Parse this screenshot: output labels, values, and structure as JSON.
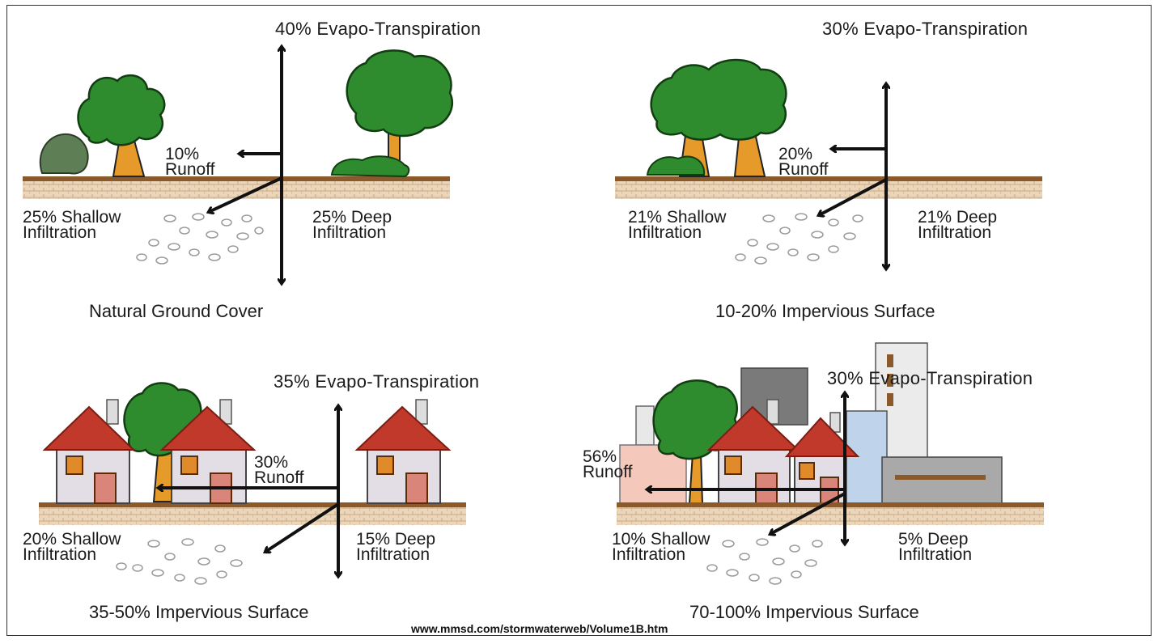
{
  "panels": [
    {
      "evapo": "40% Evapo-Transpiration",
      "runoff": [
        "10%",
        "Runoff"
      ],
      "shallow": [
        "25% Shallow",
        "Infiltration"
      ],
      "deep": [
        "25% Deep",
        "Infiltration"
      ],
      "caption": "Natural Ground Cover"
    },
    {
      "evapo": "30% Evapo-Transpiration",
      "runoff": [
        "20%",
        "Runoff"
      ],
      "shallow": [
        "21% Shallow",
        "Infiltration"
      ],
      "deep": [
        "21% Deep",
        "Infiltration"
      ],
      "caption": "10-20% Impervious Surface"
    },
    {
      "evapo": "35% Evapo-Transpiration",
      "runoff": [
        "30%",
        "Runoff"
      ],
      "shallow": [
        "20% Shallow",
        "Infiltration"
      ],
      "deep": [
        "15% Deep",
        "Infiltration"
      ],
      "caption": "35-50% Impervious Surface"
    },
    {
      "evapo": "30% Evapo-Transpiration",
      "runoff": [
        "56%",
        "Runoff"
      ],
      "shallow": [
        "10% Shallow",
        "Infiltration"
      ],
      "deep": [
        "5% Deep",
        "Infiltration"
      ],
      "caption": "70-100% Impervious Surface"
    }
  ],
  "source": "www.mmsd.com/stormwaterweb/Volume1B.htm",
  "colors": {
    "ground": "#8B5A2B",
    "soil": "#E8D2B4",
    "tree": "#2E8B2E",
    "trunk": "#E59A2A",
    "roof": "#C0392B"
  }
}
